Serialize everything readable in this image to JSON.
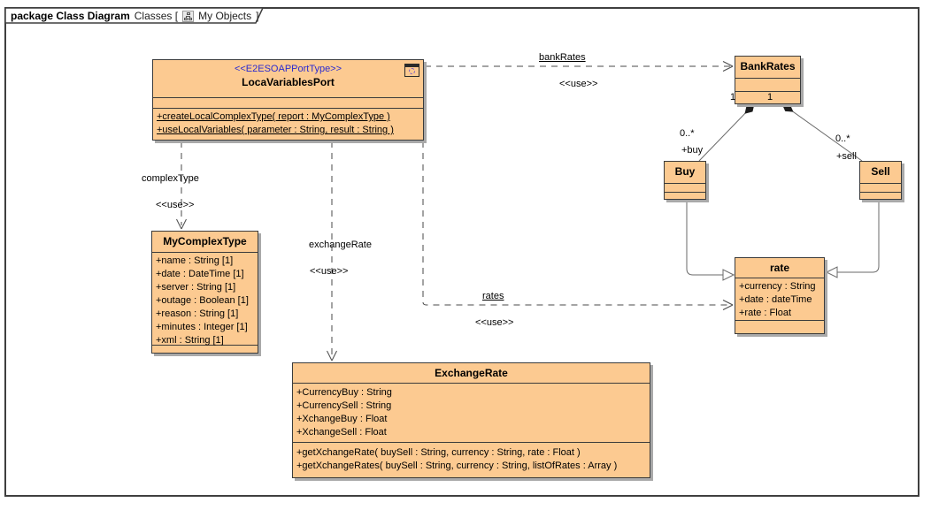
{
  "frame": {
    "tab": {
      "keyword_and_type": "package Class Diagram",
      "context": "Classes [",
      "diagram_name": "My Objects",
      "closing": "]",
      "icon": "class-diagram-icon"
    }
  },
  "classes": {
    "locavariablesport": {
      "stereotype": "<<E2ESOAPPortType>>",
      "name": "LocaVariablesPort",
      "icon": "porttype-icon",
      "operations": [
        "+createLocalComplexType( report : MyComplexType )",
        "+useLocalVariables( parameter : String, result : String )"
      ]
    },
    "mycomplextype": {
      "name": "MyComplexType",
      "attributes": [
        "+name : String [1]",
        "+date : DateTime [1]",
        "+server : String [1]",
        "+outage : Boolean [1]",
        "+reason : String [1]",
        "+minutes : Integer [1]",
        "+xml : String [1]"
      ]
    },
    "exchangerate": {
      "name": "ExchangeRate",
      "attributes": [
        "+CurrencyBuy : String",
        "+CurrencySell : String",
        "+XchangeBuy : Float",
        "+XchangeSell : Float"
      ],
      "operations": [
        "+getXchangeRate( buySell : String, currency : String, rate : Float )",
        "+getXchangeRates( buySell : String, currency : String, listOfRates : Array )"
      ]
    },
    "bankrates": {
      "name": "BankRates"
    },
    "buy": {
      "name": "Buy"
    },
    "sell": {
      "name": "Sell"
    },
    "rate": {
      "name": "rate",
      "attributes": [
        "+currency : String",
        "+date : dateTime",
        "+rate : Float"
      ]
    }
  },
  "connector_labels": {
    "bankrates_name": "bankRates",
    "bankrates_use": "<<use>>",
    "complextype_name": "complexType",
    "complextype_use": "<<use>>",
    "exchangerate_name": "exchangeRate",
    "exchangerate_use": "<<use>>",
    "rates_name": "rates",
    "rates_use": "<<use>>",
    "buy_parent_mult": "1",
    "sell_parent_mult": "1",
    "buy_mult": "0..*",
    "buy_role": "+buy",
    "sell_mult": "0..*",
    "sell_role": "+sell"
  },
  "colors": {
    "class_fill": "#FCCA91",
    "class_border": "#3B3B3B",
    "stereotype_text": "#2B2BD0",
    "shadow": "#A9A9A9",
    "line_solid": "#6A6A6A",
    "line_dashed": "#4A4A4A"
  }
}
